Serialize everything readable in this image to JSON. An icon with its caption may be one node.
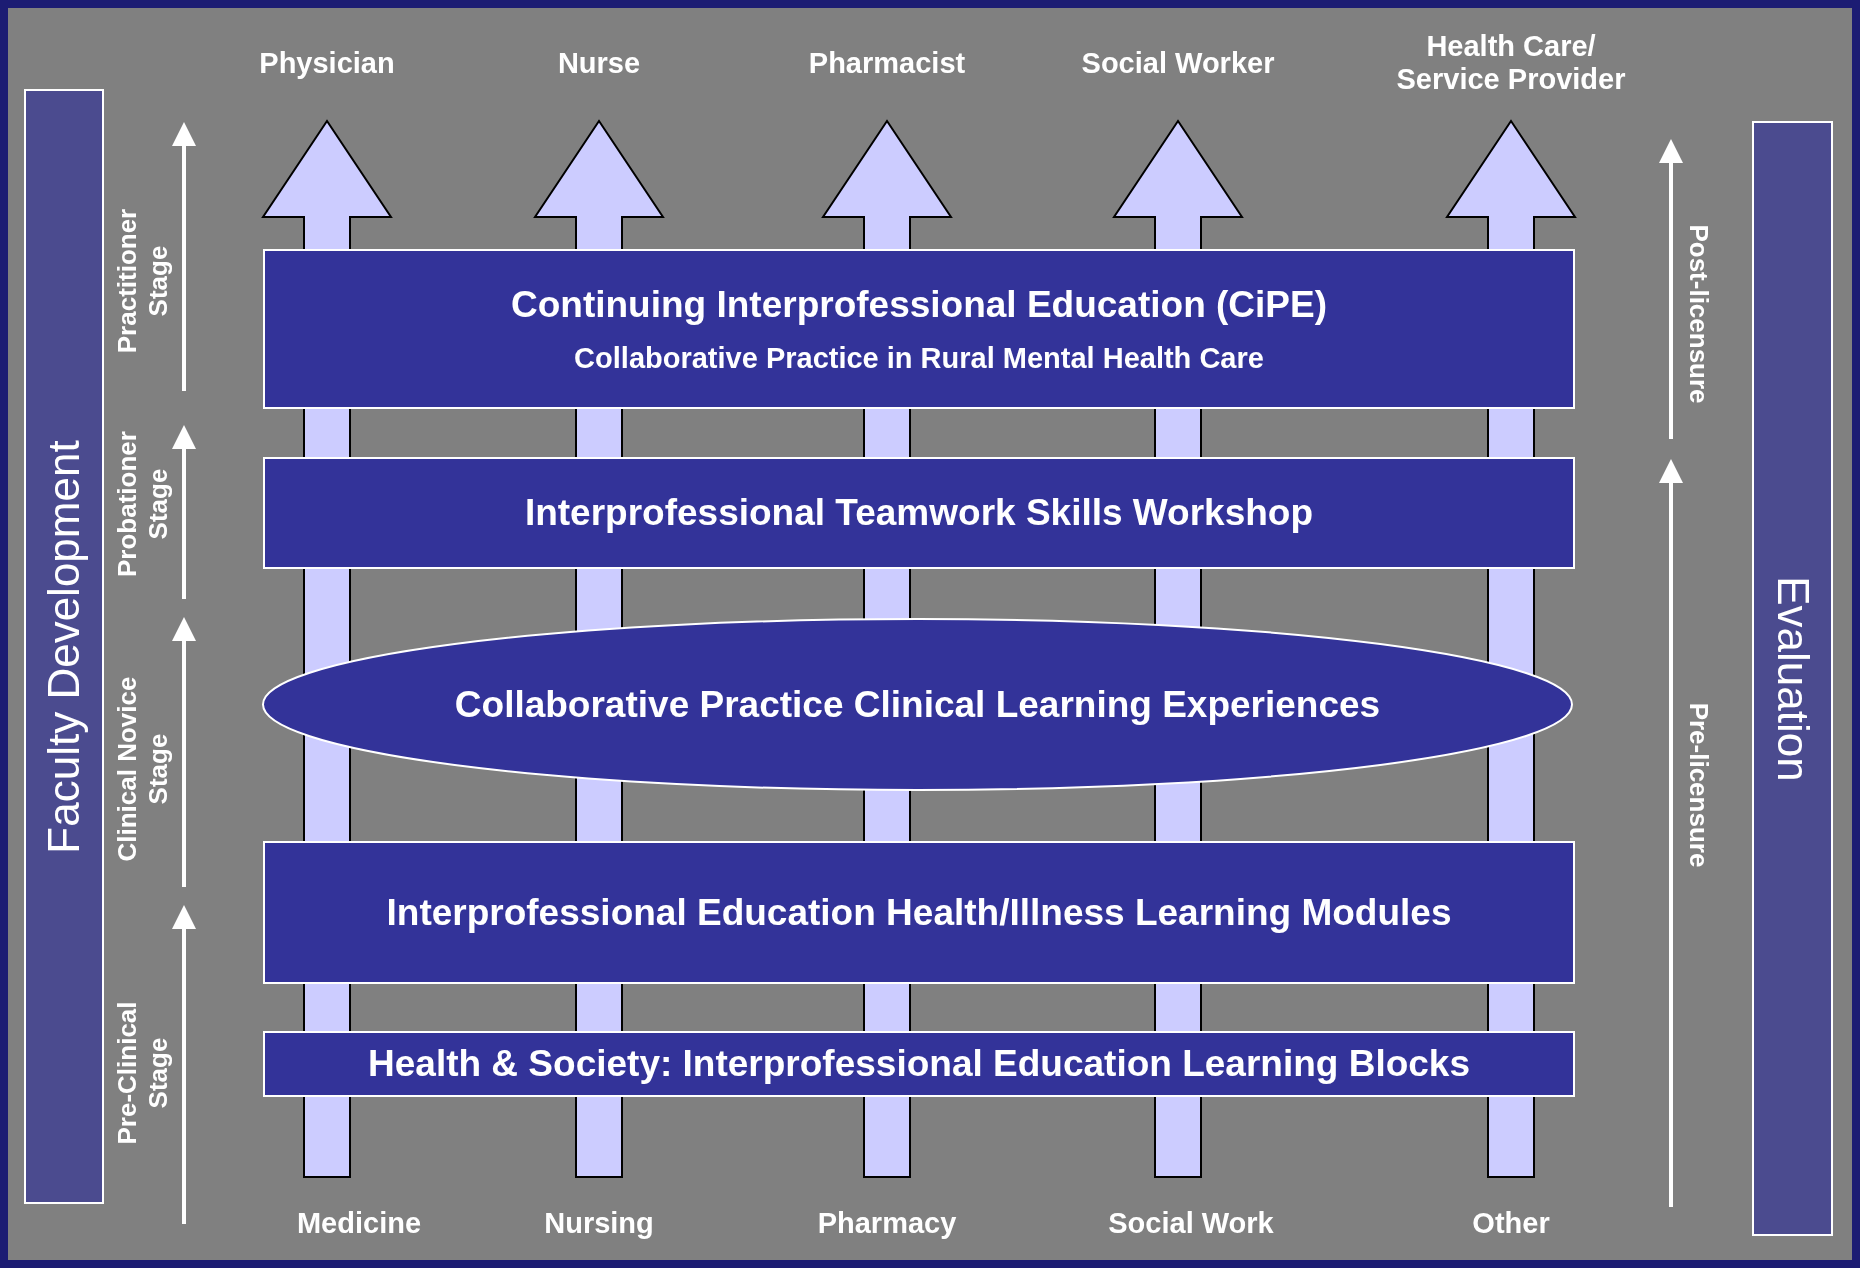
{
  "diagram": {
    "nodes": [
      {
        "text": [
          "Faculty Development"
        ]
      },
      {
        "text": [
          "Physician"
        ]
      },
      {
        "text": [
          "Nurse"
        ]
      },
      {
        "text": [
          "Pharmacist"
        ]
      },
      {
        "text": [
          "Social Worker"
        ]
      },
      {
        "text": [
          "Health Care/ Service Provider"
        ]
      },
      {
        "text": [
          "Continuing Interprofessional Education (CiPE)",
          "Collaborative Practice in Rural Mental Health Care"
        ]
      },
      {
        "text": [
          "Interprofessional Teamwork Skills Workshop"
        ]
      },
      {
        "text": [
          "Collaborative Practice Clinical Learning Experiences"
        ]
      },
      {
        "text": [
          "Interprofessional Education Health/Illness Learning Modules"
        ]
      },
      {
        "text": [
          "Health & Society: Interprofessional Education Learning Blocks"
        ]
      },
      {
        "text": [
          "Medicine"
        ]
      },
      {
        "text": [
          "Nursing"
        ]
      },
      {
        "text": [
          "Pharmacy"
        ]
      },
      {
        "text": [
          "Social Work"
        ]
      },
      {
        "text": [
          "Other"
        ]
      },
      {
        "text": [
          "Evaluation"
        ]
      }
    ],
    "edges": [
      {
        "from": 11,
        "to": 1,
        "arrow": "to"
      },
      {
        "from": 12,
        "to": 2,
        "arrow": "to"
      },
      {
        "from": 13,
        "to": 3,
        "arrow": "to"
      },
      {
        "from": 14,
        "to": 4,
        "arrow": "to"
      },
      {
        "from": 15,
        "to": 5,
        "arrow": "to"
      }
    ],
    "labels": [
      "Practitioner Stage",
      "Probationer Stage",
      "Clinical Novice Stage",
      "Pre-Clinical Stage",
      "Post-licensure",
      "Pre-licensure"
    ]
  }
}
